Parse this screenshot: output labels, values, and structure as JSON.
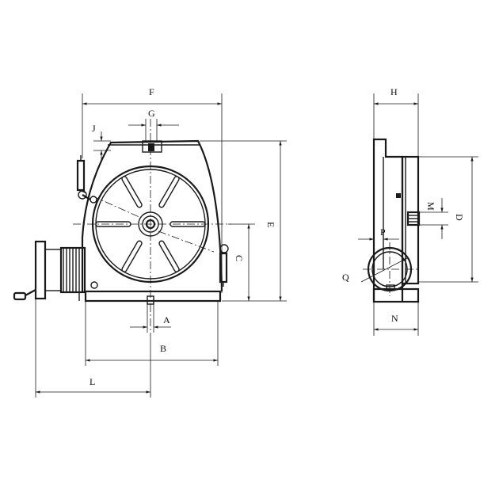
{
  "labels": {
    "F": "F",
    "G": "G",
    "J": "J",
    "E": "E",
    "C": "C",
    "A": "A",
    "B": "B",
    "L": "L",
    "H": "H",
    "M": "M",
    "D": "D",
    "P": "P",
    "Q": "Q",
    "N": "N"
  },
  "colors": {
    "ink": "#1a1a1a",
    "background": "#ffffff"
  }
}
